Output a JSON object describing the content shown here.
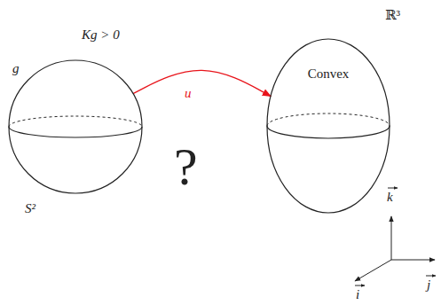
{
  "diagram": {
    "nodes": [
      {
        "text": [
          "g",
          "S²"
        ]
      },
      {
        "text": [
          "Convex"
        ]
      }
    ],
    "edges": [
      {
        "from": 0,
        "to": 1,
        "arrow": "to",
        "label": "u"
      }
    ],
    "labels": [
      "Kg > 0",
      "ℝ³",
      "?",
      "k",
      "j",
      "i"
    ]
  }
}
